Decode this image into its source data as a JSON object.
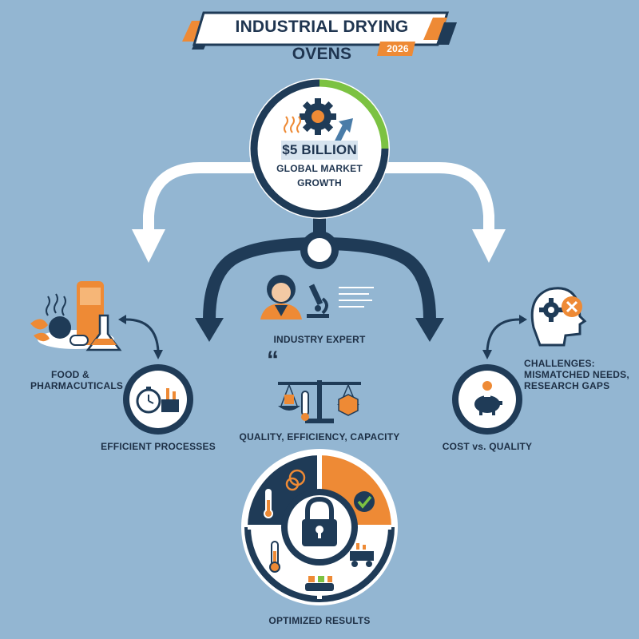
{
  "title": "INDUSTRIAL DRYING OVENS",
  "year": "2026",
  "center": {
    "stat": "$5 BILLION",
    "label_line1": "GLOBAL MARKET",
    "label_line2": "GROWTH"
  },
  "nodes": {
    "food_line1": "FOOD &",
    "food_line2": "PHARMACUTICALS",
    "efficient": "EFFICIENT PROCESSES",
    "expert": "INDUSTRY EXPERT",
    "quote_mark": "“",
    "balance": "QUALITY, EFFICIENCY, CAPACITY",
    "challenges_line1": "CHALLENGES:",
    "challenges_line2": "MISMATCHED NEEDS,",
    "challenges_line3": "RESEARCH GAPS",
    "cost": "COST vs. QUALITY",
    "results": "OPTIMIZED RESULTS"
  },
  "colors": {
    "navy": "#1f3b57",
    "orange": "#ee8a35",
    "green": "#7cc242",
    "background": "#93b6d2"
  }
}
